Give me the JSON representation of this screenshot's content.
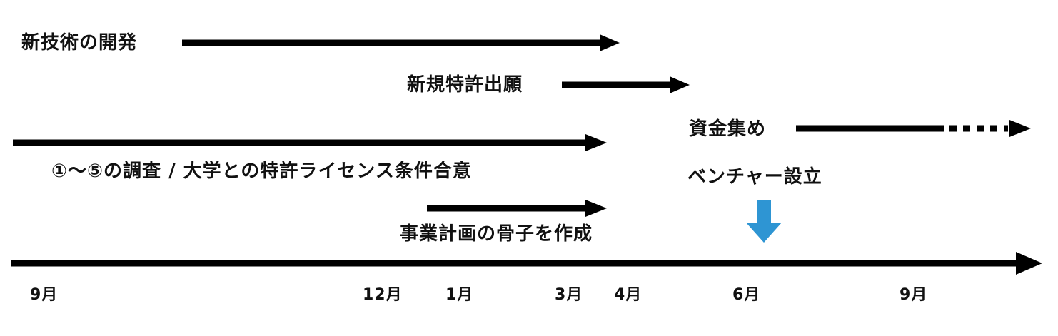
{
  "tasks": {
    "new_tech_dev": "新技術の開発",
    "new_patent": "新規特許出願",
    "fundraising": "資金集め",
    "survey_license": "①～⑤の調査 / 大学との特許ライセンス条件合意",
    "venture_setup": "ベンチャー設立",
    "business_plan": "事業計画の骨子を作成"
  },
  "timeline": {
    "months": [
      "9月",
      "12月",
      "1月",
      "3月",
      "4月",
      "6月",
      "9月"
    ]
  },
  "colors": {
    "arrow": "#000000",
    "milestone_arrow": "#2e95d3"
  },
  "icons": {
    "milestone": "down-arrow-icon"
  }
}
